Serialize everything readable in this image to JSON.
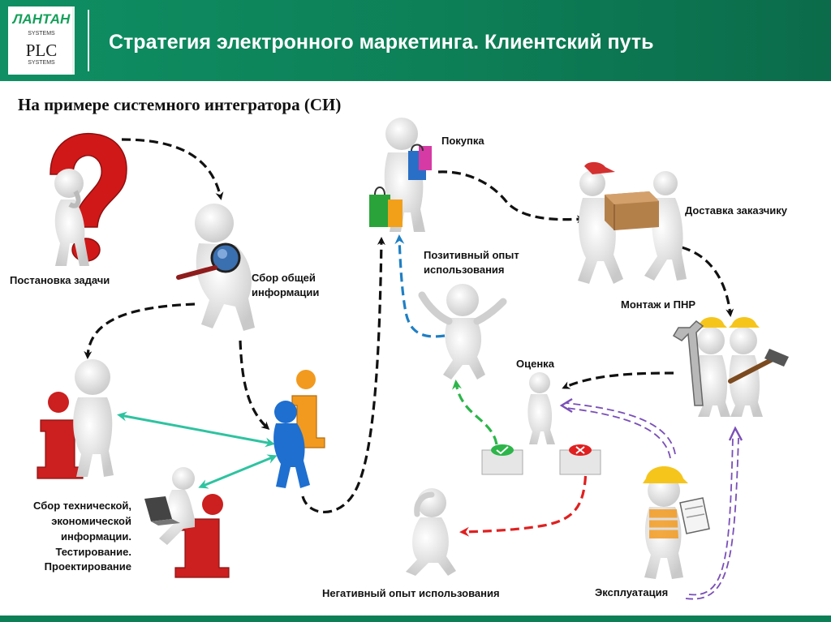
{
  "header": {
    "title": "Стратегия электронного маркетинга. Клиентский путь",
    "logo": {
      "brand": "ЛАНТАН",
      "line1": "SYSTEMS",
      "mark": "PLC",
      "line2": "SYSTEMS"
    }
  },
  "subtitle": "На примере системного интегратора (СИ)",
  "stages": {
    "task": "Постановка задачи",
    "info_1": "Сбор общей",
    "info_2": "информации",
    "purchase": "Покупка",
    "delivery": "Доставка заказчику",
    "install": "Монтаж и ПНР",
    "positive_1": "Позитивный опыт",
    "positive_2": "использования",
    "evaluation": "Оценка",
    "tech_1": "Сбор технической,",
    "tech_2": "экономической",
    "tech_3": "информации.",
    "tech_4": "Тестирование.",
    "tech_5": "Проектирование",
    "negative": "Негативный опыт использования",
    "operation": "Эксплуатация"
  },
  "colors": {
    "header": "#0d7f57",
    "flow_arrow": "#111111",
    "positive_arrow": "#1f7fc4",
    "info_link": "#2ec3a0",
    "approve_arrow": "#2db54a",
    "reject_arrow": "#e02020",
    "feedback_arrow": "#7a4fb8",
    "info_red": "#cc1f1f",
    "info_orange": "#f29a1f",
    "info_blue": "#1e6fd0"
  },
  "icons": [
    "question-mark-icon",
    "magnifier-icon",
    "info-icon",
    "laptop-icon",
    "shopping-bags-icon",
    "box-icon",
    "wrench-icon",
    "hammer-icon",
    "hard-hat-icon",
    "approve-button-icon",
    "reject-button-icon",
    "clipboard-icon"
  ]
}
